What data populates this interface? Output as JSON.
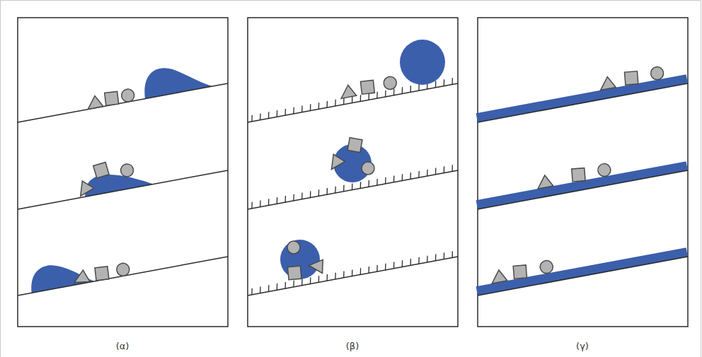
{
  "diagram": {
    "labels": [
      "(α)",
      "(β)",
      "(γ)"
    ]
  }
}
